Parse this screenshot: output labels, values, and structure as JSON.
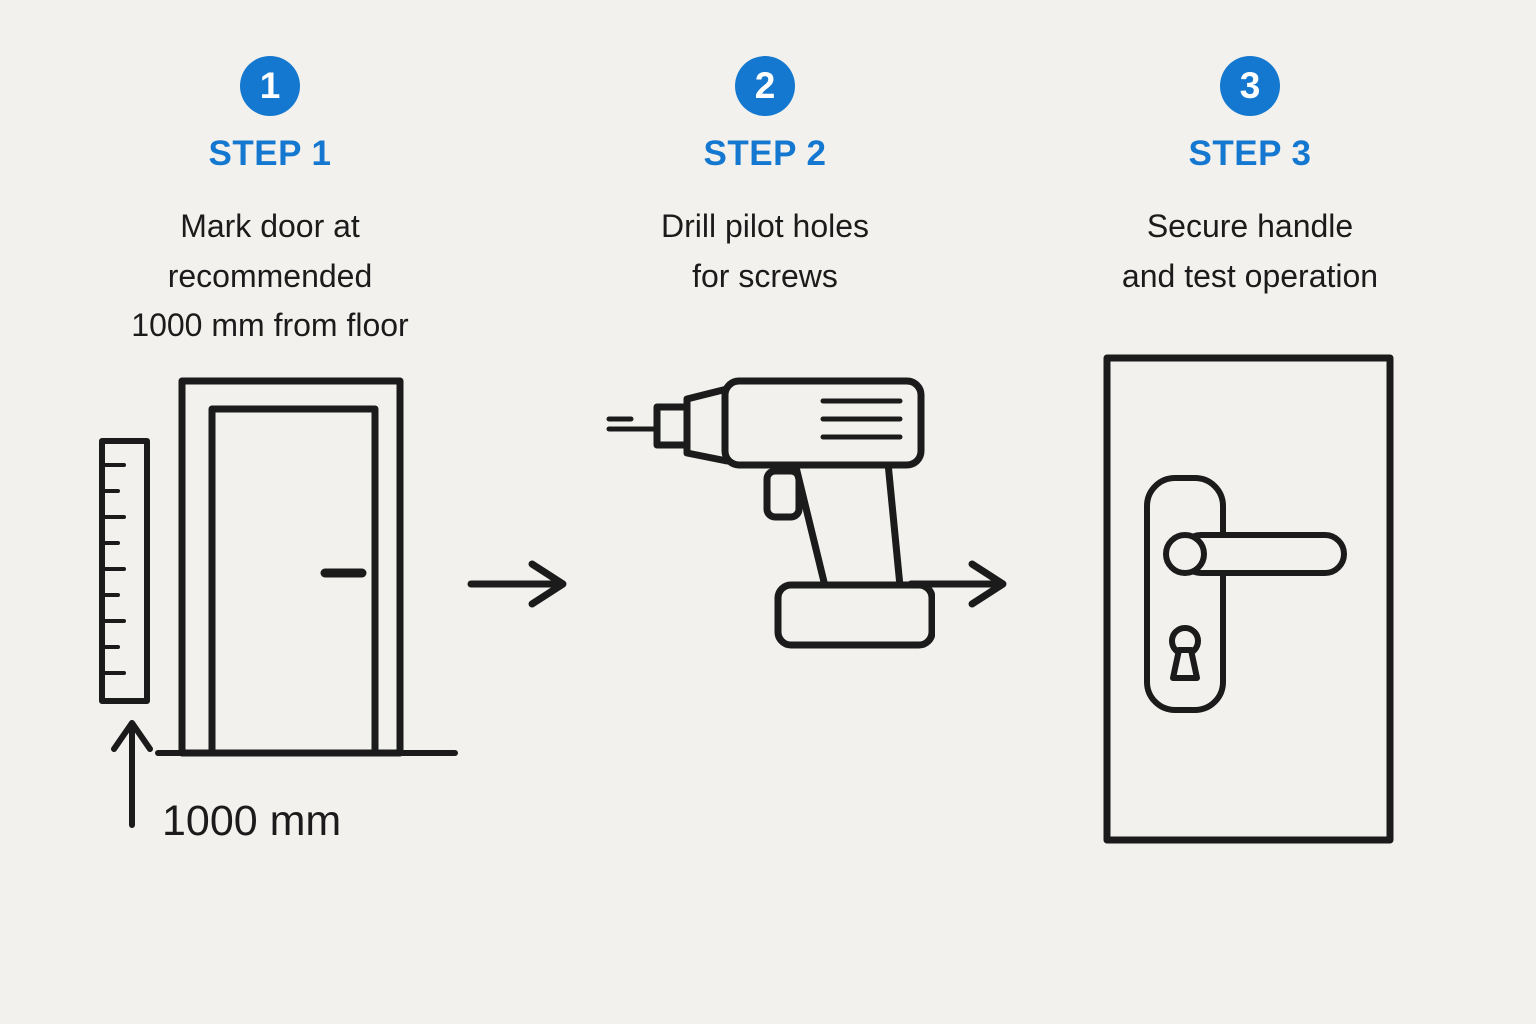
{
  "colors": {
    "accent_blue": "#1478d1",
    "background": "#f2f1ed",
    "line_ink": "#1b1b1b"
  },
  "steps": [
    {
      "number": "1",
      "label": "STEP 1",
      "description": "Mark door at\nrecommended\n1000 mm from floor"
    },
    {
      "number": "2",
      "label": "STEP 2",
      "description": "Drill pilot holes\nfor screws"
    },
    {
      "number": "3",
      "label": "STEP 3",
      "description": "Secure handle\nand test operation"
    }
  ],
  "measurement_label": "1000 mm",
  "icons": {
    "step1": "door-with-ruler-icon",
    "step2": "power-drill-icon",
    "step3": "door-with-handle-icon",
    "between_steps": "right-arrow-icon"
  }
}
